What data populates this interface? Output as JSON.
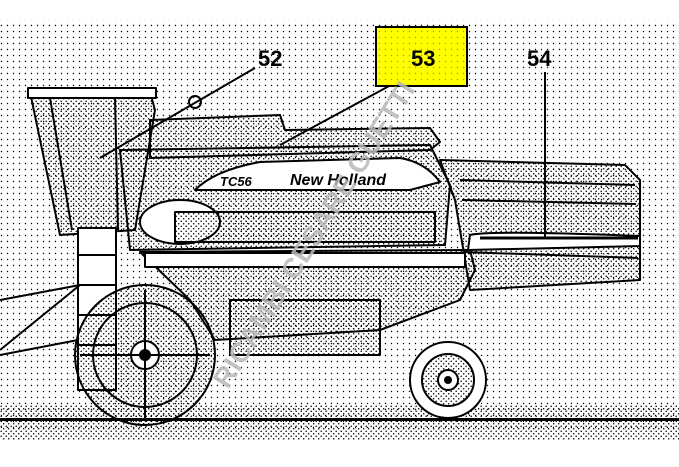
{
  "callouts": [
    {
      "id": "52",
      "label": "52",
      "highlighted": false
    },
    {
      "id": "53",
      "label": "53",
      "highlighted": true
    },
    {
      "id": "54",
      "label": "54",
      "highlighted": false
    }
  ],
  "machine": {
    "brand_text": "New Holland",
    "model_text": "TC56"
  },
  "watermark": {
    "text": "RICAMBI CESARE GUETTI"
  },
  "colors": {
    "highlight": "#ffff00",
    "line": "#000000",
    "stipple": "#000000",
    "background": "#ffffff",
    "watermark": "#b9b9b9"
  }
}
